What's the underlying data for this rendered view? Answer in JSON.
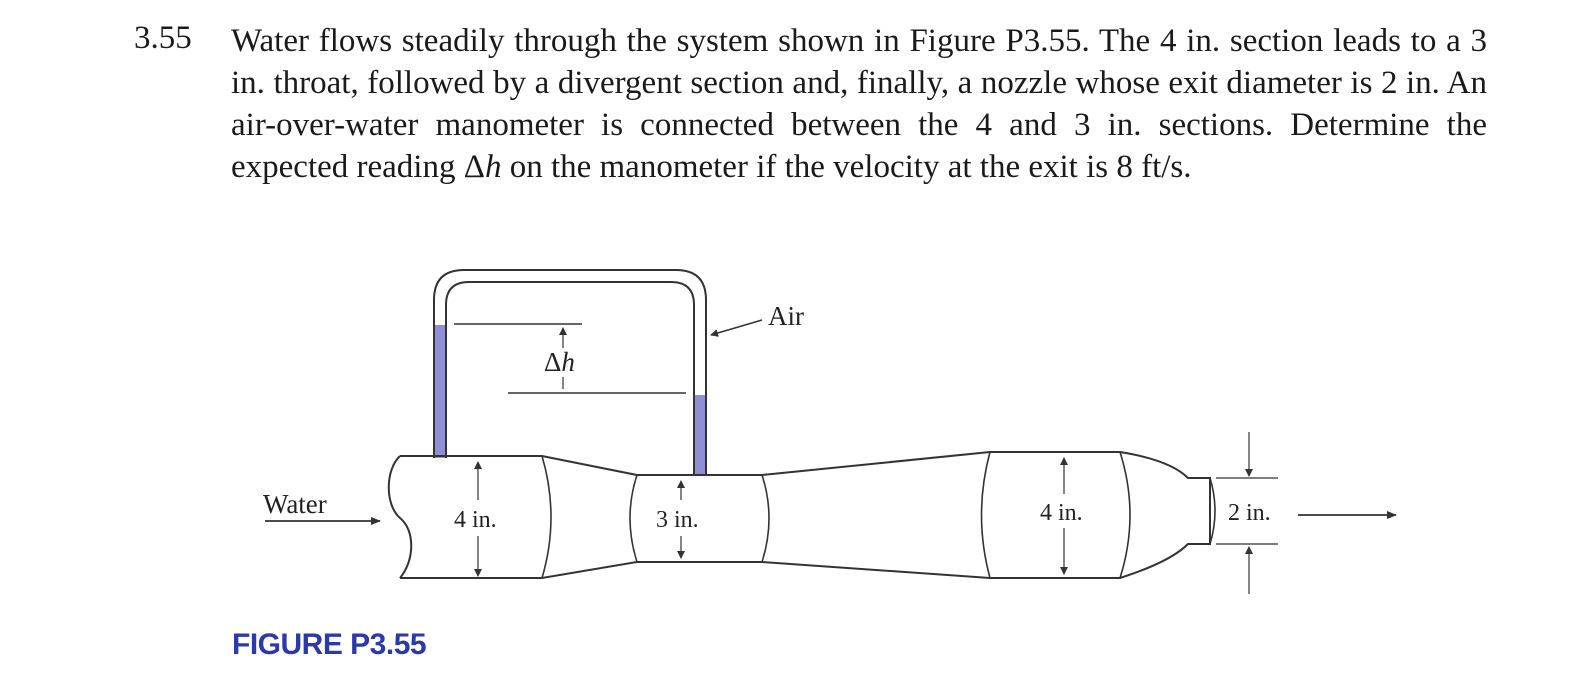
{
  "problem": {
    "number": "3.55",
    "text_part1": "Water flows steadily through the system shown in Figure P3.55. The 4 in. section leads to a 3 in. throat, followed by a divergent section and, finally, a nozzle whose exit diameter is 2 in. An air-over-water manometer is connected between the 4 and 3 in. sections. Determine the expected reading Δ",
    "text_var": "h",
    "text_part2": " on the manometer if the velocity at the exit is 8 ft/s."
  },
  "figure": {
    "caption": "FIGURE P3.55",
    "labels": {
      "water": "Water",
      "air": "Air",
      "delta": "Δ",
      "h": "h",
      "inlet_diameter": "4 in.",
      "throat_diameter": "3 in.",
      "downstream_diameter": "4 in.",
      "exit_diameter": "2 in."
    },
    "colors": {
      "manometer_fluid": "#8f8fd6",
      "caption": "#2b3aab",
      "line": "#333333"
    }
  }
}
